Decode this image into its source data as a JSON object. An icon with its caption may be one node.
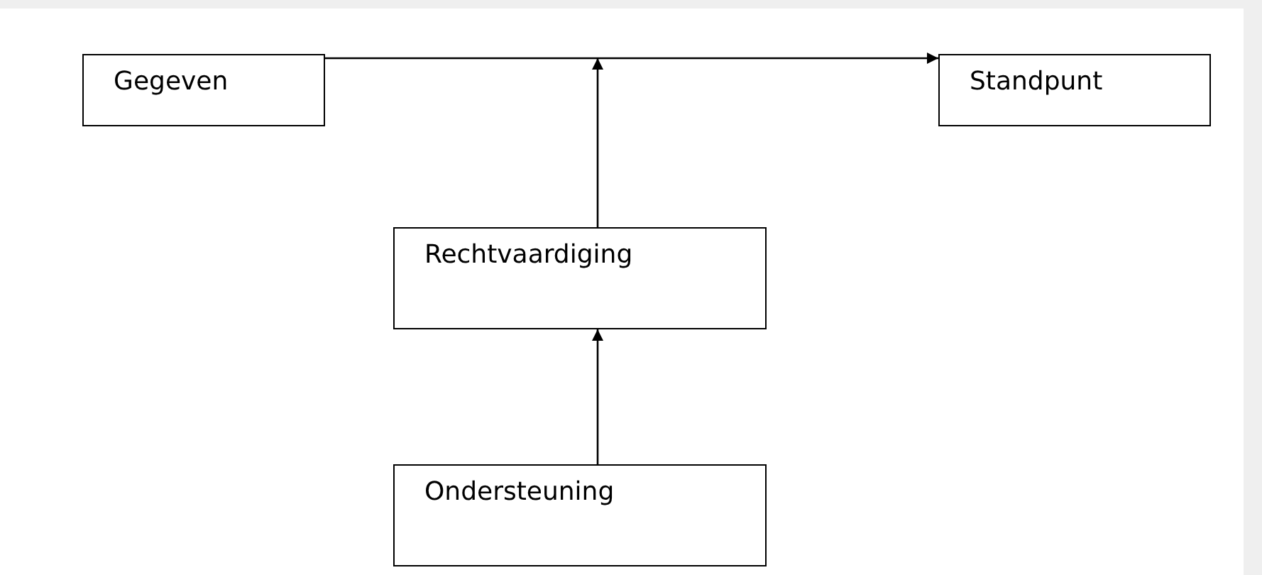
{
  "diagram": {
    "nodes": [
      {
        "text": [
          "Gegeven"
        ]
      },
      {
        "text": [
          "Standpunt"
        ]
      },
      {
        "text": [
          "Rechtvaardiging"
        ]
      },
      {
        "text": [
          "Ondersteuning"
        ]
      }
    ],
    "edges": [
      {
        "from": 0,
        "to": 1,
        "arrow": "to"
      },
      {
        "from": 2,
        "to": null,
        "arrow": "to"
      },
      {
        "from": 3,
        "to": 2,
        "arrow": "to"
      }
    ]
  }
}
